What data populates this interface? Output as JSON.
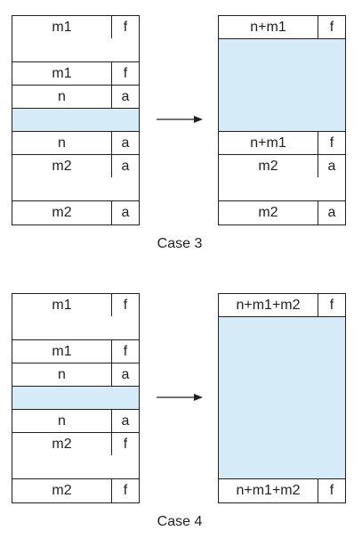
{
  "cases": [
    {
      "label": "Case 3",
      "before": [
        {
          "size": "m1",
          "flag": "f"
        },
        {
          "size": "",
          "flag": ""
        },
        {
          "size": "m1",
          "flag": "f"
        },
        {
          "size": "n",
          "flag": "a"
        },
        {
          "size": "",
          "flag": "",
          "free": true
        },
        {
          "size": "n",
          "flag": "a"
        },
        {
          "size": "m2",
          "flag": "a"
        },
        {
          "size": "",
          "flag": ""
        },
        {
          "size": "m2",
          "flag": "a"
        }
      ],
      "after": [
        {
          "size": "n+m1",
          "flag": "f"
        },
        {
          "size": "",
          "flag": "",
          "free": true
        },
        {
          "size": "n+m1",
          "flag": "f"
        },
        {
          "size": "m2",
          "flag": "a"
        },
        {
          "size": "",
          "flag": ""
        },
        {
          "size": "m2",
          "flag": "a"
        }
      ]
    },
    {
      "label": "Case 4",
      "before": [
        {
          "size": "m1",
          "flag": "f"
        },
        {
          "size": "",
          "flag": ""
        },
        {
          "size": "m1",
          "flag": "f"
        },
        {
          "size": "n",
          "flag": "a"
        },
        {
          "size": "",
          "flag": "",
          "free": true
        },
        {
          "size": "n",
          "flag": "a"
        },
        {
          "size": "m2",
          "flag": "f"
        },
        {
          "size": "",
          "flag": ""
        },
        {
          "size": "m2",
          "flag": "f"
        }
      ],
      "after": [
        {
          "size": "n+m1+m2",
          "flag": "f"
        },
        {
          "size": "",
          "flag": "",
          "free": true
        },
        {
          "size": "n+m1+m2",
          "flag": "f"
        }
      ]
    }
  ],
  "colors": {
    "free_fill": "#d6ebf8",
    "line": "#231f20"
  }
}
